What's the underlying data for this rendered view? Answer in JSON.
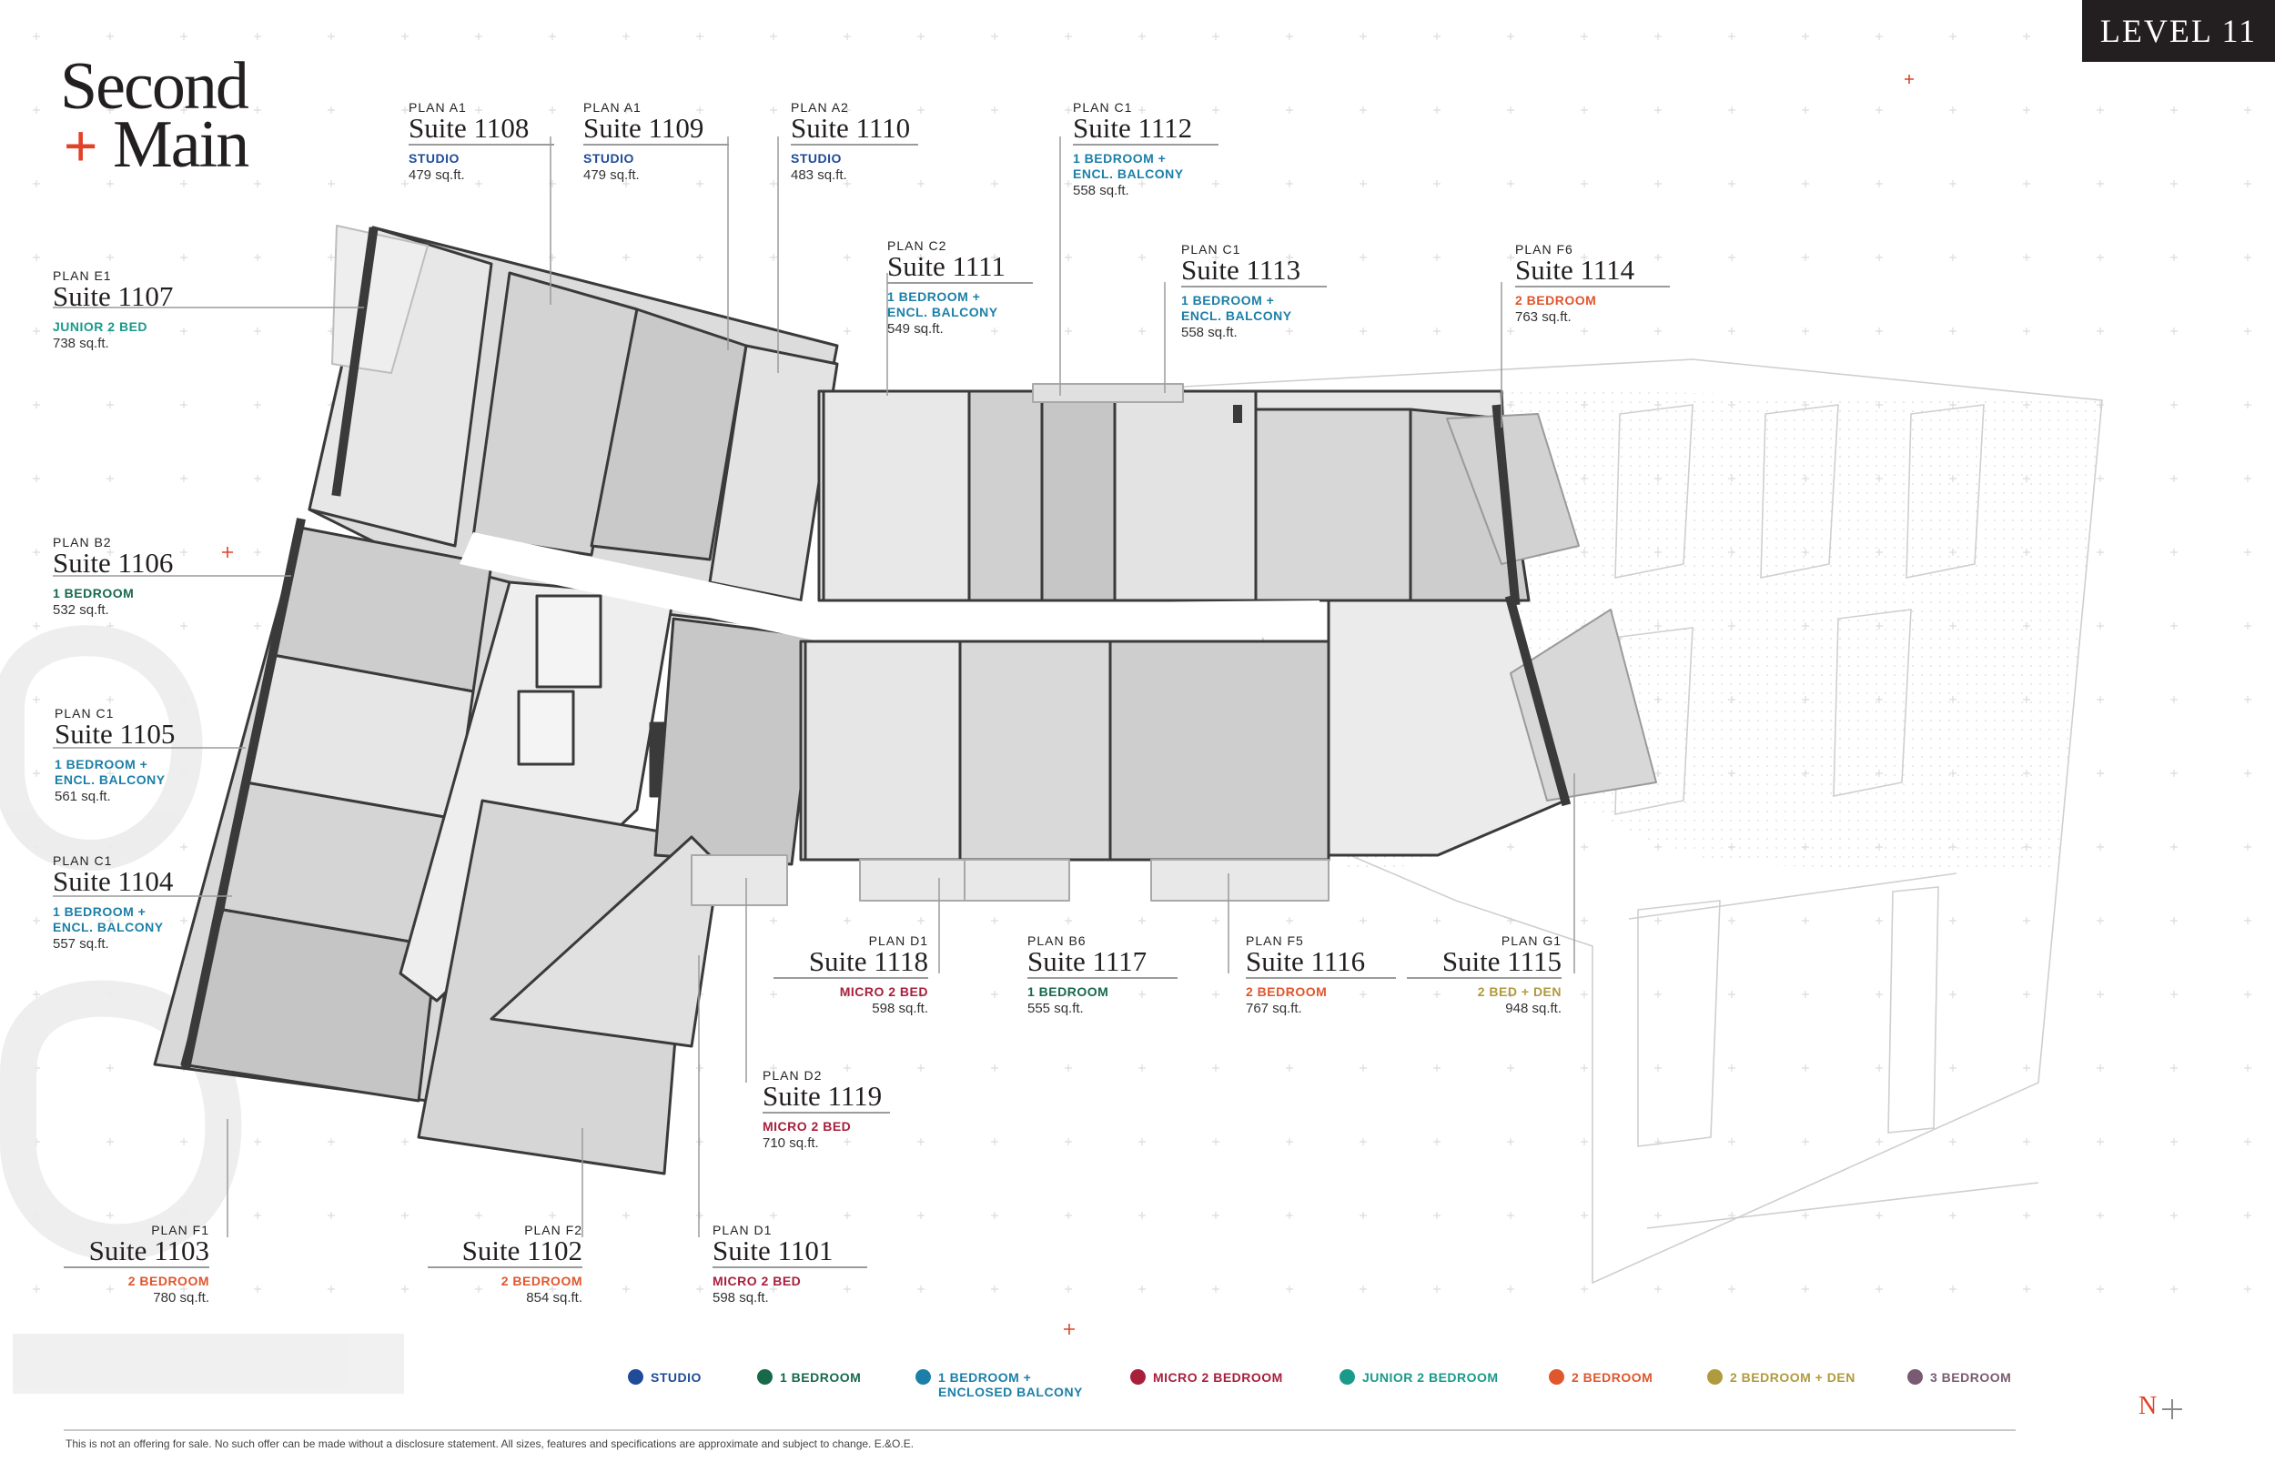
{
  "brand": {
    "line1": "Second",
    "line2": "Main",
    "plus": "+"
  },
  "level": "LEVEL 11",
  "colors": {
    "studio": "#1f4b99",
    "one_bedroom": "#17694a",
    "one_bed_encl": "#1c7fa8",
    "micro_two": "#a81f3c",
    "junior_two": "#199a8a",
    "two_bedroom": "#e0562d",
    "two_bed_den": "#b09a3e",
    "three_bedroom": "#7a5a72",
    "accent": "#e0432a"
  },
  "suites": [
    {
      "plan": "PLAN A1",
      "suite": "Suite 1108",
      "type": "STUDIO",
      "area": "479 sq.ft.",
      "color": "#1f4b99"
    },
    {
      "plan": "PLAN A1",
      "suite": "Suite 1109",
      "type": "STUDIO",
      "area": "479 sq.ft.",
      "color": "#1f4b99"
    },
    {
      "plan": "PLAN A2",
      "suite": "Suite 1110",
      "type": "STUDIO",
      "area": "483 sq.ft.",
      "color": "#1f4b99"
    },
    {
      "plan": "PLAN C1",
      "suite": "Suite 1112",
      "type": "1 BEDROOM +\nENCL. BALCONY",
      "area": "558 sq.ft.",
      "color": "#1c7fa8"
    },
    {
      "plan": "PLAN C2",
      "suite": "Suite 1111",
      "type": "1 BEDROOM +\nENCL. BALCONY",
      "area": "549 sq.ft.",
      "color": "#1c7fa8"
    },
    {
      "plan": "PLAN C1",
      "suite": "Suite 1113",
      "type": "1 BEDROOM +\nENCL. BALCONY",
      "area": "558 sq.ft.",
      "color": "#1c7fa8"
    },
    {
      "plan": "PLAN F6",
      "suite": "Suite 1114",
      "type": "2 BEDROOM",
      "area": "763 sq.ft.",
      "color": "#e0562d"
    },
    {
      "plan": "PLAN E1",
      "suite": "Suite 1107",
      "type": "JUNIOR 2 BED",
      "area": "738 sq.ft.",
      "color": "#199a8a"
    },
    {
      "plan": "PLAN B2",
      "suite": "Suite 1106",
      "type": "1 BEDROOM",
      "area": "532 sq.ft.",
      "color": "#17694a"
    },
    {
      "plan": "PLAN C1",
      "suite": "Suite 1105",
      "type": "1 BEDROOM +\nENCL. BALCONY",
      "area": "561 sq.ft.",
      "color": "#1c7fa8"
    },
    {
      "plan": "PLAN C1",
      "suite": "Suite 1104",
      "type": "1 BEDROOM +\nENCL. BALCONY",
      "area": "557 sq.ft.",
      "color": "#1c7fa8"
    },
    {
      "plan": "PLAN D1",
      "suite": "Suite 1118",
      "type": "MICRO 2 BED",
      "area": "598 sq.ft.",
      "color": "#a81f3c"
    },
    {
      "plan": "PLAN B6",
      "suite": "Suite 1117",
      "type": "1 BEDROOM",
      "area": "555 sq.ft.",
      "color": "#17694a"
    },
    {
      "plan": "PLAN F5",
      "suite": "Suite 1116",
      "type": "2 BEDROOM",
      "area": "767 sq.ft.",
      "color": "#e0562d"
    },
    {
      "plan": "PLAN G1",
      "suite": "Suite 1115",
      "type": "2 BED + DEN",
      "area": "948 sq.ft.",
      "color": "#b09a3e"
    },
    {
      "plan": "PLAN D2",
      "suite": "Suite 1119",
      "type": "MICRO 2 BED",
      "area": "710 sq.ft.",
      "color": "#a81f3c"
    },
    {
      "plan": "PLAN F1",
      "suite": "Suite 1103",
      "type": "2 BEDROOM",
      "area": "780 sq.ft.",
      "color": "#e0562d"
    },
    {
      "plan": "PLAN F2",
      "suite": "Suite 1102",
      "type": "2 BEDROOM",
      "area": "854 sq.ft.",
      "color": "#e0562d"
    },
    {
      "plan": "PLAN D1",
      "suite": "Suite 1101",
      "type": "MICRO 2 BED",
      "area": "598 sq.ft.",
      "color": "#a81f3c"
    }
  ],
  "legend": [
    {
      "label": "STUDIO",
      "color": "#1f4b99"
    },
    {
      "label": "1 BEDROOM",
      "color": "#17694a"
    },
    {
      "label": "1 BEDROOM +\nENCLOSED BALCONY",
      "color": "#1c7fa8"
    },
    {
      "label": "MICRO 2 BEDROOM",
      "color": "#a81f3c"
    },
    {
      "label": "JUNIOR 2 BEDROOM",
      "color": "#199a8a"
    },
    {
      "label": "2 BEDROOM",
      "color": "#e0562d"
    },
    {
      "label": "2 BEDROOM + DEN",
      "color": "#b09a3e"
    },
    {
      "label": "3 BEDROOM",
      "color": "#7a5a72"
    }
  ],
  "north_label": "N",
  "disclaimer": "This is not an offering for sale. No such offer can be made without a disclosure statement. All sizes, features and specifications are approximate and subject to change. E.&O.E."
}
